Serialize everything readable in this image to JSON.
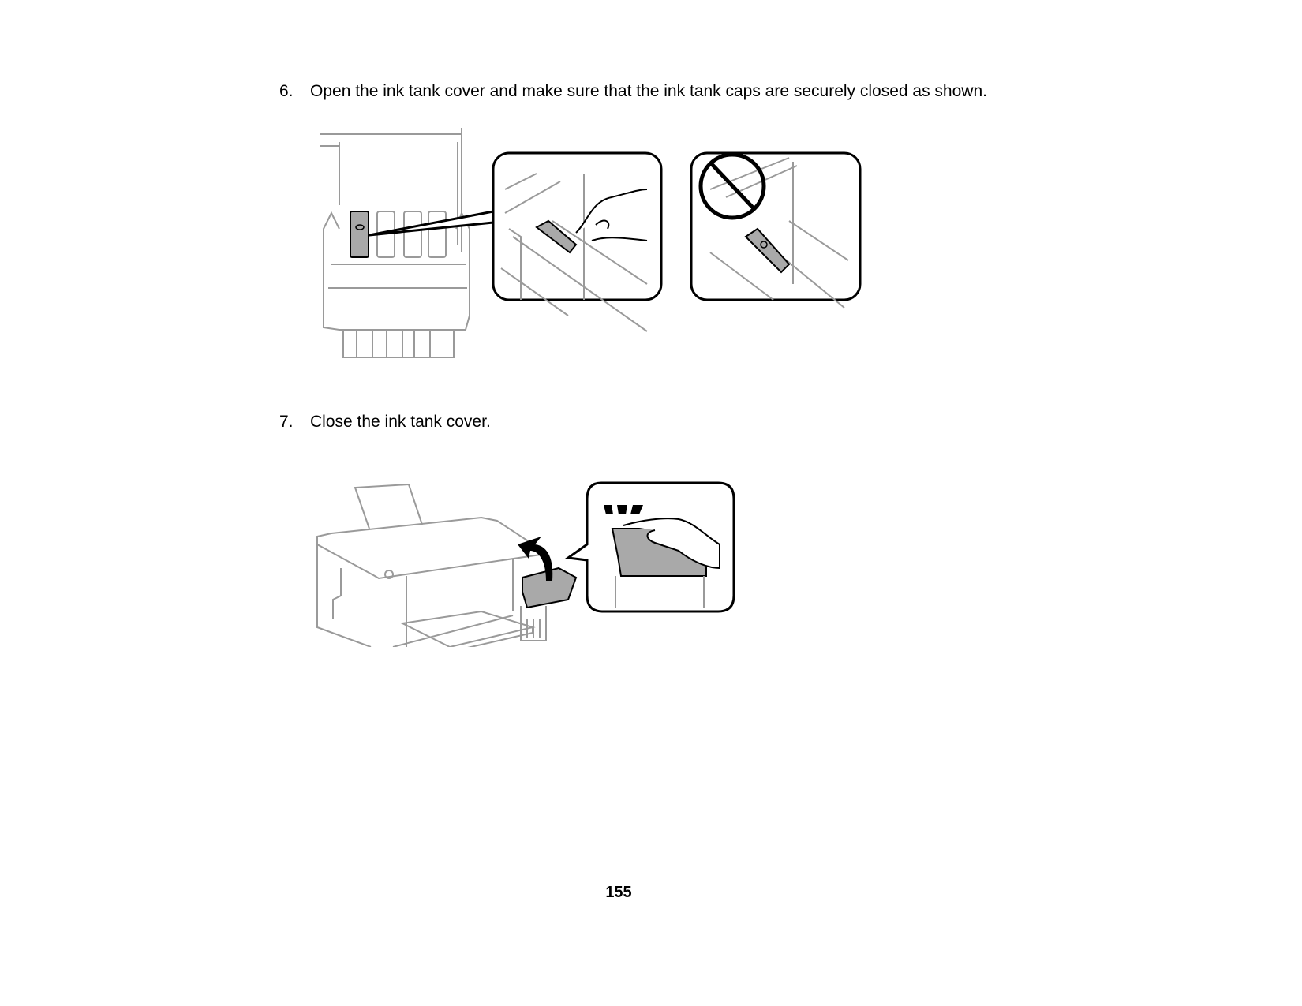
{
  "steps": [
    {
      "number": "6.",
      "text": "Open the ink tank cover and make sure that the ink tank caps are securely closed as shown."
    },
    {
      "number": "7.",
      "text": "Close the ink tank cover."
    }
  ],
  "illustrations": [
    {
      "name": "ink-tank-caps-closed-illustration",
      "icons": [
        "prohibited-icon"
      ]
    },
    {
      "name": "close-ink-tank-cover-illustration",
      "icons": [
        "curved-arrow-icon"
      ]
    }
  ],
  "footer": {
    "page_number": "155"
  }
}
